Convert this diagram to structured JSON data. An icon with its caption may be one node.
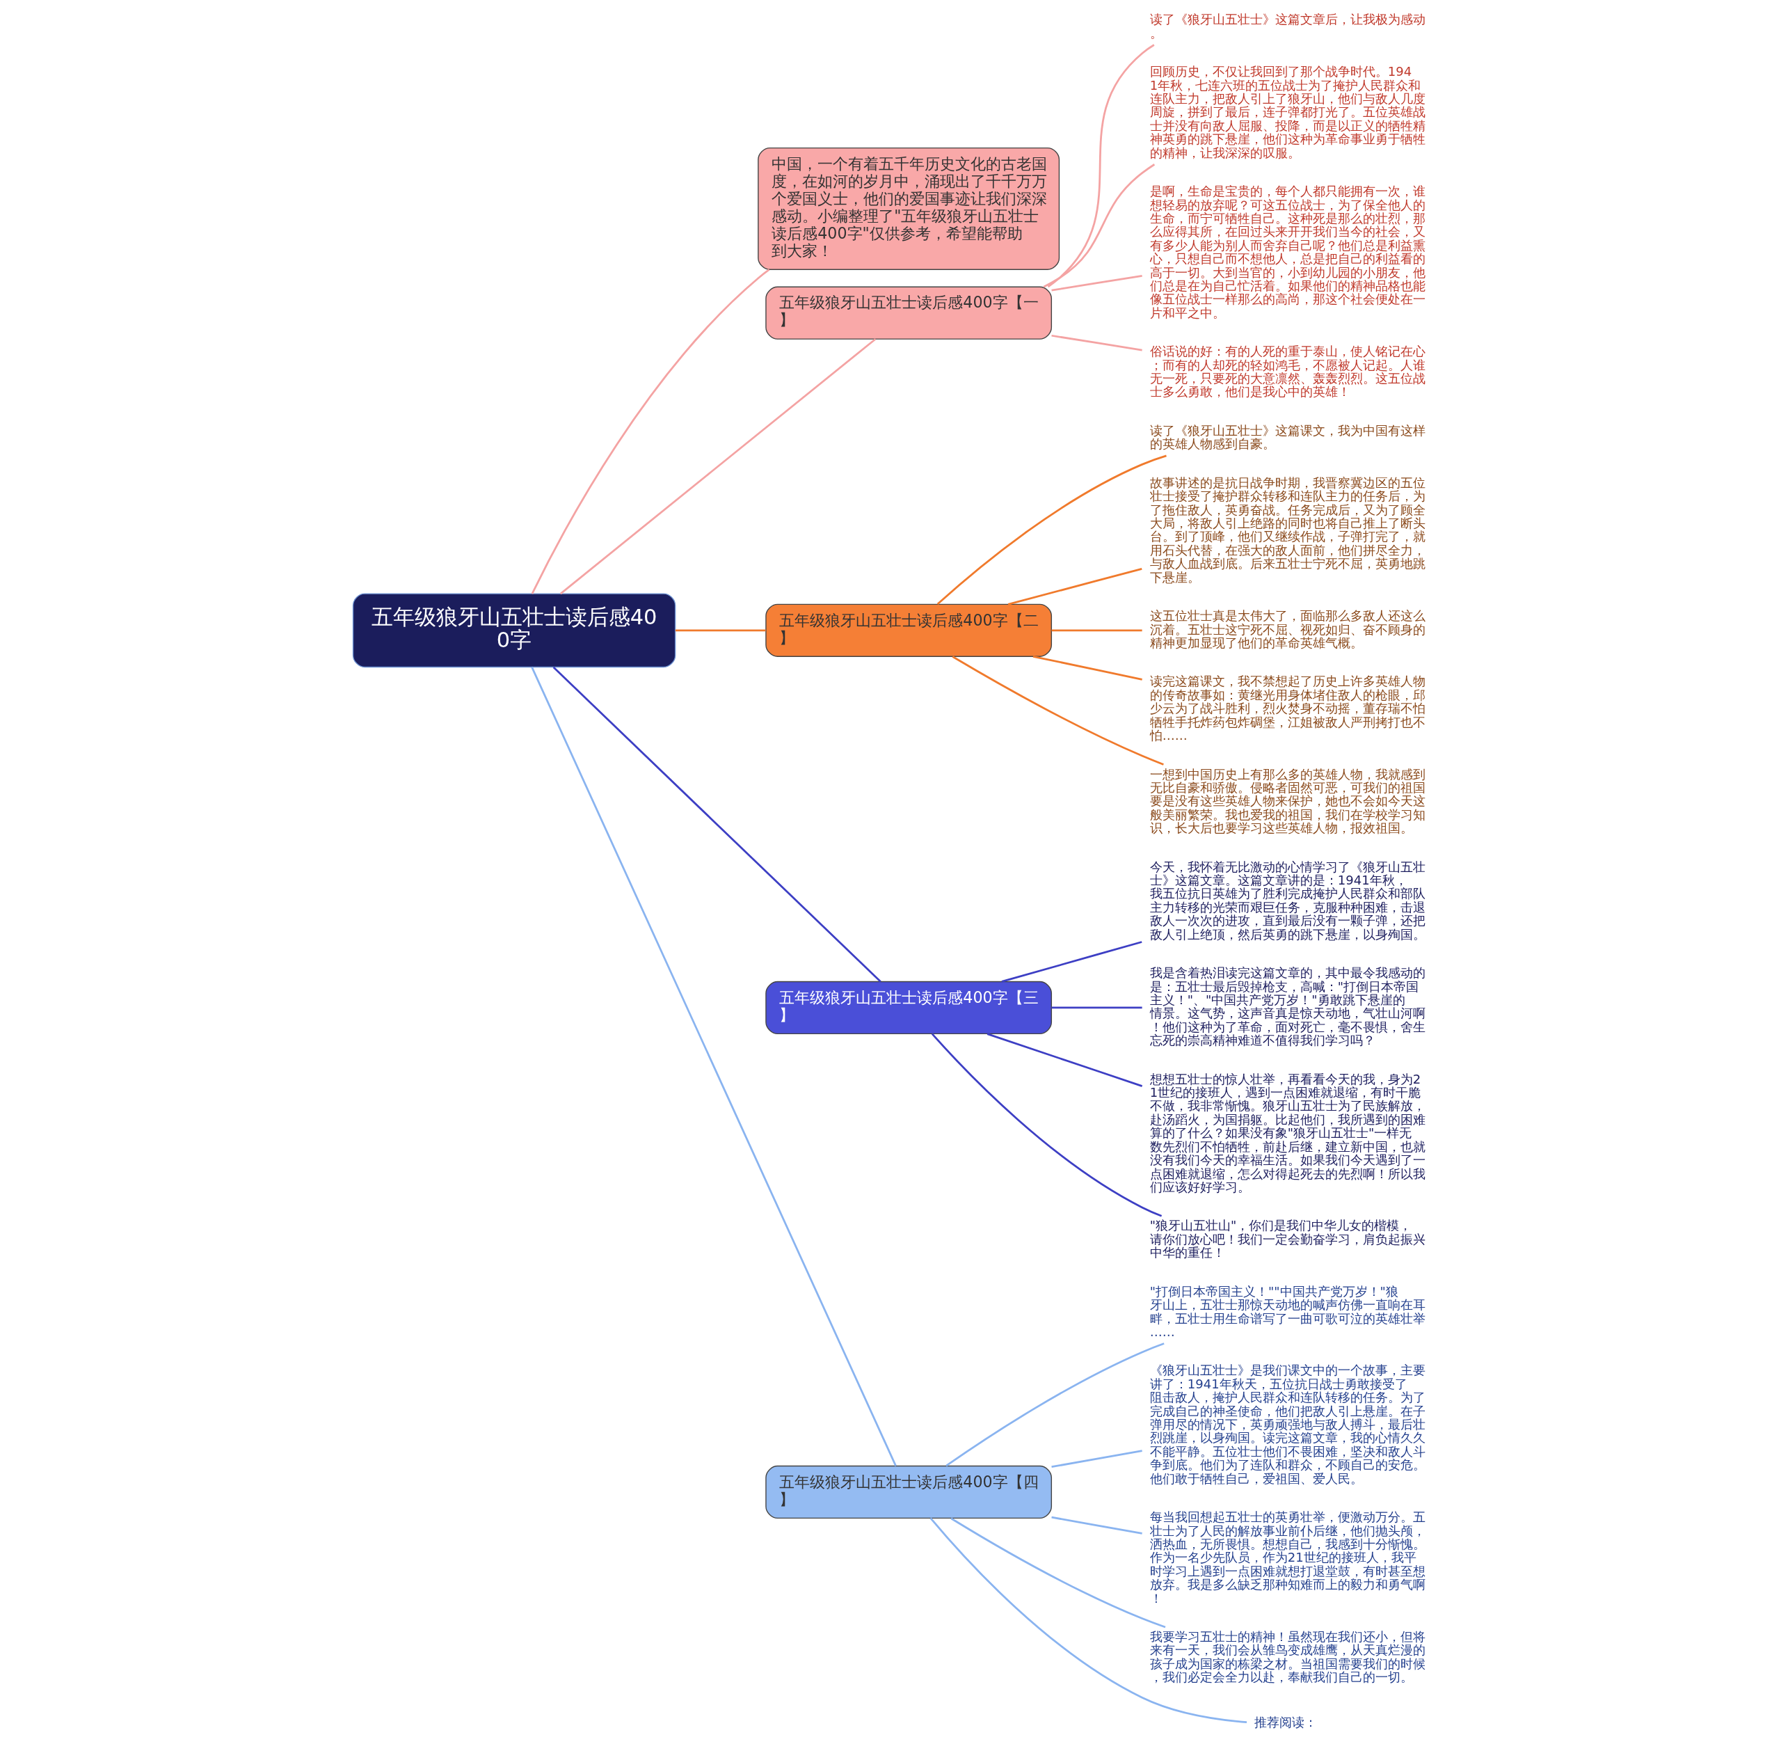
{
  "diagram": {
    "nodes": [
      {
        "text": [
          "五年级狼牙山五壮士读后感400字"
        ]
      },
      {
        "text": [
          "中国，一个有着五千年历史文化的古老国度，在如河的岁月中，涌现出了千千万万个爱国义士，他们的爱国事迹让我们深深感动。小编整理了\"五年级狼牙山五壮士读后感400字\"仅供参考，希望能帮助到大家！"
        ]
      },
      {
        "text": [
          "五年级狼牙山五壮士读后感400字【一】"
        ]
      },
      {
        "text": [
          "读了《狼牙山五壮士》这篇文章后，让我极为感动。"
        ]
      },
      {
        "text": [
          "回顾历史，不仅让我回到了那个战争时代。1941年秋，七连六班的五位战士为了掩护人民群众和连队主力，把敌人引上了狼牙山，他们与敌人几度周旋，拼到了最后，连子弹都打光了。五位英雄战士并没有向敌人屈服、投降，而是以正义的牺牲精神英勇的跳下悬崖，他们这种为革命事业勇于牺牲的精神，让我深深的叹服。"
        ]
      },
      {
        "text": [
          "是啊，生命是宝贵的，每个人都只能拥有一次，谁想轻易的放弃呢？可这五位战士，为了保全他人的生命，而宁可牺牲自己。这种死是那么的壮烈，那么应得其所，在回过头来开开我们当今的社会，又有多少人能为别人而舍弃自己呢？他们总是利益熏心，只想自己而不想他人，总是把自己的利益看的高于一切。大到当官的，小到幼儿园的小朋友，他们总是在为自己忙活着。如果他们的精神品格也能像五位战士一样那么的高尚，那这个社会便处在一片和平之中。"
        ]
      },
      {
        "text": [
          "俗话说的好：有的人死的重于泰山，使人铭记在心；而有的人却死的轻如鸿毛，不愿被人记起。人谁无一死，只要死的大意凛然、轰轰烈烈。这五位战士多么勇敢，他们是我心中的英雄！"
        ]
      },
      {
        "text": [
          "五年级狼牙山五壮士读后感400字【二】"
        ]
      },
      {
        "text": [
          "读了《狼牙山五壮士》这篇课文，我为中国有这样的英雄人物感到自豪。"
        ]
      },
      {
        "text": [
          "故事讲述的是抗日战争时期，我晋察冀边区的五位壮士接受了掩护群众转移和连队主力的任务后，为了拖住敌人，英勇奋战。任务完成后，又为了顾全大局，将敌人引上绝路的同时也将自己推上了断头台。到了顶峰，他们又继续作战，子弹打完了，就用石头代替，在强大的敌人面前，他们拼尽全力，与敌人血战到底。后来五壮士宁死不屈，英勇地跳下悬崖。"
        ]
      },
      {
        "text": [
          "这五位壮士真是太伟大了，面临那么多敌人还这么沉着。五壮士这宁死不屈、视死如归、奋不顾身的精神更加显现了他们的革命英雄气概。"
        ]
      },
      {
        "text": [
          "读完这篇课文，我不禁想起了历史上许多英雄人物的传奇故事如：黄继光用身体堵住敌人的枪眼，邱少云为了战斗胜利，烈火焚身不动摇，董存瑞不怕牺牲手托炸药包炸碉堡，江姐被敌人严刑拷打也不怕……"
        ]
      },
      {
        "text": [
          "一想到中国历史上有那么多的英雄人物，我就感到无比自豪和骄傲。侵略者固然可恶，可我们的祖国要是没有这些英雄人物来保护，她也不会如今天这般美丽繁荣。我也爱我的祖国，我们在学校学习知识，长大后也要学习这些英雄人物，报效祖国。"
        ]
      },
      {
        "text": [
          "五年级狼牙山五壮士读后感400字【三】"
        ]
      },
      {
        "text": [
          "今天，我怀着无比激动的心情学习了《狼牙山五壮士》这篇文章。这篇文章讲的是：1941年秋，我五位抗日英雄为了胜利完成掩护人民群众和部队主力转移的光荣而艰巨任务，克服种种困难，击退敌人一次次的进攻，直到最后没有一颗子弹，还把敌人引上绝顶，然后英勇的跳下悬崖，以身殉国。"
        ]
      },
      {
        "text": [
          "我是含着热泪读完这篇文章的，其中最令我感动的是：五壮士最后毁掉枪支，高喊：\"打倒日本帝国主义！\"、\"中国共产党万岁！\"勇敢跳下悬崖的情景。这气势，这声音真是惊天动地，气壮山河啊！他们这种为了革命，面对死亡，毫不畏惧，舍生忘死的崇高精神难道不值得我们学习吗？"
        ]
      },
      {
        "text": [
          "想想五壮士的惊人壮举，再看看今天的我，身为21世纪的接班人，遇到一点困难就退缩，有时干脆不做，我非常惭愧。狼牙山五壮士为了民族解放，赴汤蹈火，为国捐躯。比起他们，我所遇到的困难算的了什么？如果没有象\"狼牙山五壮士\"一样无数先烈们不怕牺牲，前赴后继，建立新中国，也就没有我们今天的幸福生活。如果我们今天遇到了一点困难就退缩，怎么对得起死去的先烈啊！所以我们应该好好学习。"
        ]
      },
      {
        "text": [
          "\"狼牙山五壮山\"，你们是我们中华儿女的楷模，请你们放心吧！我们一定会勤奋学习，肩负起振兴中华的重任！"
        ]
      },
      {
        "text": [
          "五年级狼牙山五壮士读后感400字【四】"
        ]
      },
      {
        "text": [
          "\"打倒日本帝国主义！\"\"中国共产党万岁！\"狼牙山上，五壮士那惊天动地的喊声仿佛一直响在耳畔，五壮士用生命谱写了一曲可歌可泣的英雄壮举……"
        ]
      },
      {
        "text": [
          "《狼牙山五壮士》是我们课文中的一个故事，主要讲了：1941年秋天，五位抗日战士勇敢接受了阻击敌人，掩护人民群众和连队转移的任务。为了完成自己的神圣使命，他们把敌人引上悬崖。在子弹用尽的情况下，英勇顽强地与敌人搏斗，最后壮烈跳崖，以身殉国。读完这篇文章，我的心情久久不能平静。五位壮士他们不畏困难，坚决和敌人斗争到底。他们为了连队和群众，不顾自己的安危。他们敢于牺牲自己，爱祖国、爱人民。"
        ]
      },
      {
        "text": [
          "每当我回想起五壮士的英勇壮举，便激动万分。五壮士为了人民的解放事业前仆后继，他们抛头颅，洒热血，无所畏惧。想想自己，我感到十分惭愧。作为一名少先队员，作为21世纪的接班人，我平时学习上遇到一点困难就想打退堂鼓，有时甚至想放弃。我是多么缺乏那种知难而上的毅力和勇气啊！"
        ]
      },
      {
        "text": [
          "我要学习五壮士的精神！虽然现在我们还小，但将来有一天，我们会从雏鸟变成雄鹰，从天真烂漫的孩子成为国家的栋梁之材。当祖国需要我们的时候，我们必定会全力以赴，奉献我们自己的一切。"
        ]
      },
      {
        "text": [
          "推荐阅读："
        ]
      }
    ],
    "edges": [
      {
        "from": 0,
        "to": 1,
        "arrow": "none",
        "color": "#f4a3a3"
      },
      {
        "from": 0,
        "to": 2,
        "arrow": "none",
        "color": "#f4a3a3"
      },
      {
        "from": 2,
        "to": 3,
        "arrow": "none",
        "color": "#f4a3a3"
      },
      {
        "from": 2,
        "to": 4,
        "arrow": "none",
        "color": "#f4a3a3"
      },
      {
        "from": 2,
        "to": 5,
        "arrow": "none",
        "color": "#f4a3a3"
      },
      {
        "from": 2,
        "to": 6,
        "arrow": "none",
        "color": "#f4a3a3"
      },
      {
        "from": 0,
        "to": 7,
        "arrow": "none",
        "color": "#f07a2c"
      },
      {
        "from": 7,
        "to": 8,
        "arrow": "none",
        "color": "#f07a2c"
      },
      {
        "from": 7,
        "to": 9,
        "arrow": "none",
        "color": "#f07a2c"
      },
      {
        "from": 7,
        "to": 10,
        "arrow": "none",
        "color": "#f07a2c"
      },
      {
        "from": 7,
        "to": 11,
        "arrow": "none",
        "color": "#f07a2c"
      },
      {
        "from": 7,
        "to": 12,
        "arrow": "none",
        "color": "#f07a2c"
      },
      {
        "from": 0,
        "to": 13,
        "arrow": "none",
        "color": "#3d3fc4"
      },
      {
        "from": 13,
        "to": 14,
        "arrow": "none",
        "color": "#3d3fc4"
      },
      {
        "from": 13,
        "to": 15,
        "arrow": "none",
        "color": "#3d3fc4"
      },
      {
        "from": 13,
        "to": 16,
        "arrow": "none",
        "color": "#3d3fc4"
      },
      {
        "from": 13,
        "to": 17,
        "arrow": "none",
        "color": "#3d3fc4"
      },
      {
        "from": 0,
        "to": 18,
        "arrow": "none",
        "color": "#8ab4f0"
      },
      {
        "from": 18,
        "to": 19,
        "arrow": "none",
        "color": "#8ab4f0"
      },
      {
        "from": 18,
        "to": 20,
        "arrow": "none",
        "color": "#8ab4f0"
      },
      {
        "from": 18,
        "to": 21,
        "arrow": "none",
        "color": "#8ab4f0"
      },
      {
        "from": 18,
        "to": 22,
        "arrow": "none",
        "color": "#8ab4f0"
      },
      {
        "from": 18,
        "to": 23,
        "arrow": "none",
        "color": "#8ab4f0"
      }
    ]
  }
}
